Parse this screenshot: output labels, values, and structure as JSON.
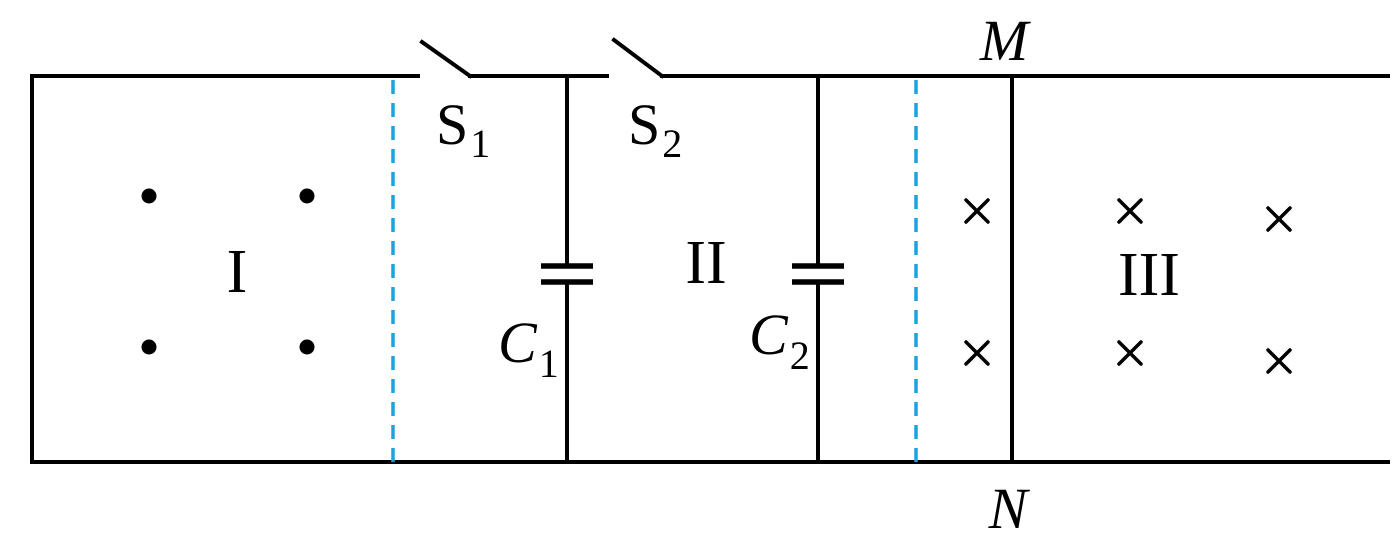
{
  "labels": {
    "region_1": "I",
    "region_2": "II",
    "region_3": "III",
    "switch_1": {
      "main": "S",
      "sub": "1"
    },
    "switch_2": {
      "main": "S",
      "sub": "2"
    },
    "capacitor_1": {
      "main": "C",
      "sub": "1"
    },
    "capacitor_2": {
      "main": "C",
      "sub": "2"
    },
    "rod_top": "M",
    "rod_bottom": "N"
  },
  "field_symbols": {
    "region_1": "dot",
    "region_3": "cross"
  },
  "colors": {
    "wire": "#000000",
    "boundary_dashed": "#1aa3e0"
  }
}
